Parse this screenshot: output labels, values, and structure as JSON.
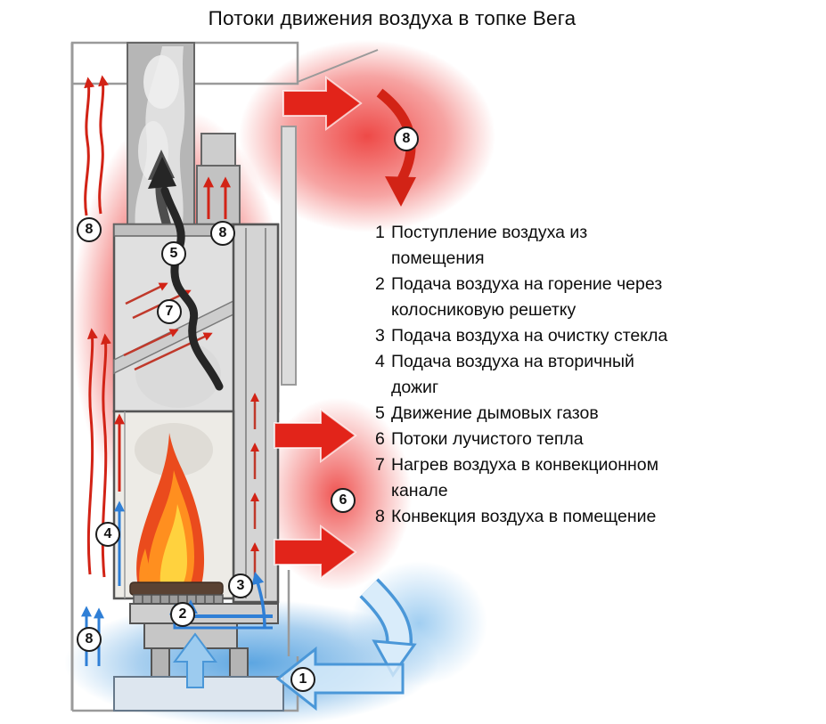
{
  "title": "Потоки движения воздуха в топке Вега",
  "legend": {
    "items": [
      {
        "num": "1",
        "line1": "Поступление воздуха из",
        "line2": "помещения"
      },
      {
        "num": "2",
        "line1": "Подача воздуха на горение через",
        "line2": "колосниковую решетку"
      },
      {
        "num": "3",
        "line1": "Подача воздуха на очистку стекла",
        "line2": ""
      },
      {
        "num": "4",
        "line1": "Подача воздуха на вторичный",
        "line2": "дожиг"
      },
      {
        "num": "5",
        "line1": "Движение дымовых газов",
        "line2": ""
      },
      {
        "num": "6",
        "line1": "Потоки лучистого тепла",
        "line2": ""
      },
      {
        "num": "7",
        "line1": "Нагрев воздуха в конвекционном",
        "line2": "канале"
      },
      {
        "num": "8",
        "line1": "Конвекция воздуха в помещение",
        "line2": ""
      }
    ]
  },
  "markers": {
    "m1": "1",
    "m2": "2",
    "m3": "3",
    "m4": "4",
    "m5": "5",
    "m6": "6",
    "m7": "7",
    "m8_top_right": "8",
    "m8_left_upper": "8",
    "m8_inner": "8",
    "m8_bottom_left": "8"
  },
  "colors": {
    "heat_red": "#e2241a",
    "cold_blue": "#3f8fd6",
    "flame_yellow": "#ffd23e",
    "flame_orange": "#ff8f1f",
    "flame_red": "#ea4b1d",
    "metal_gray": "#c9c9c9"
  }
}
